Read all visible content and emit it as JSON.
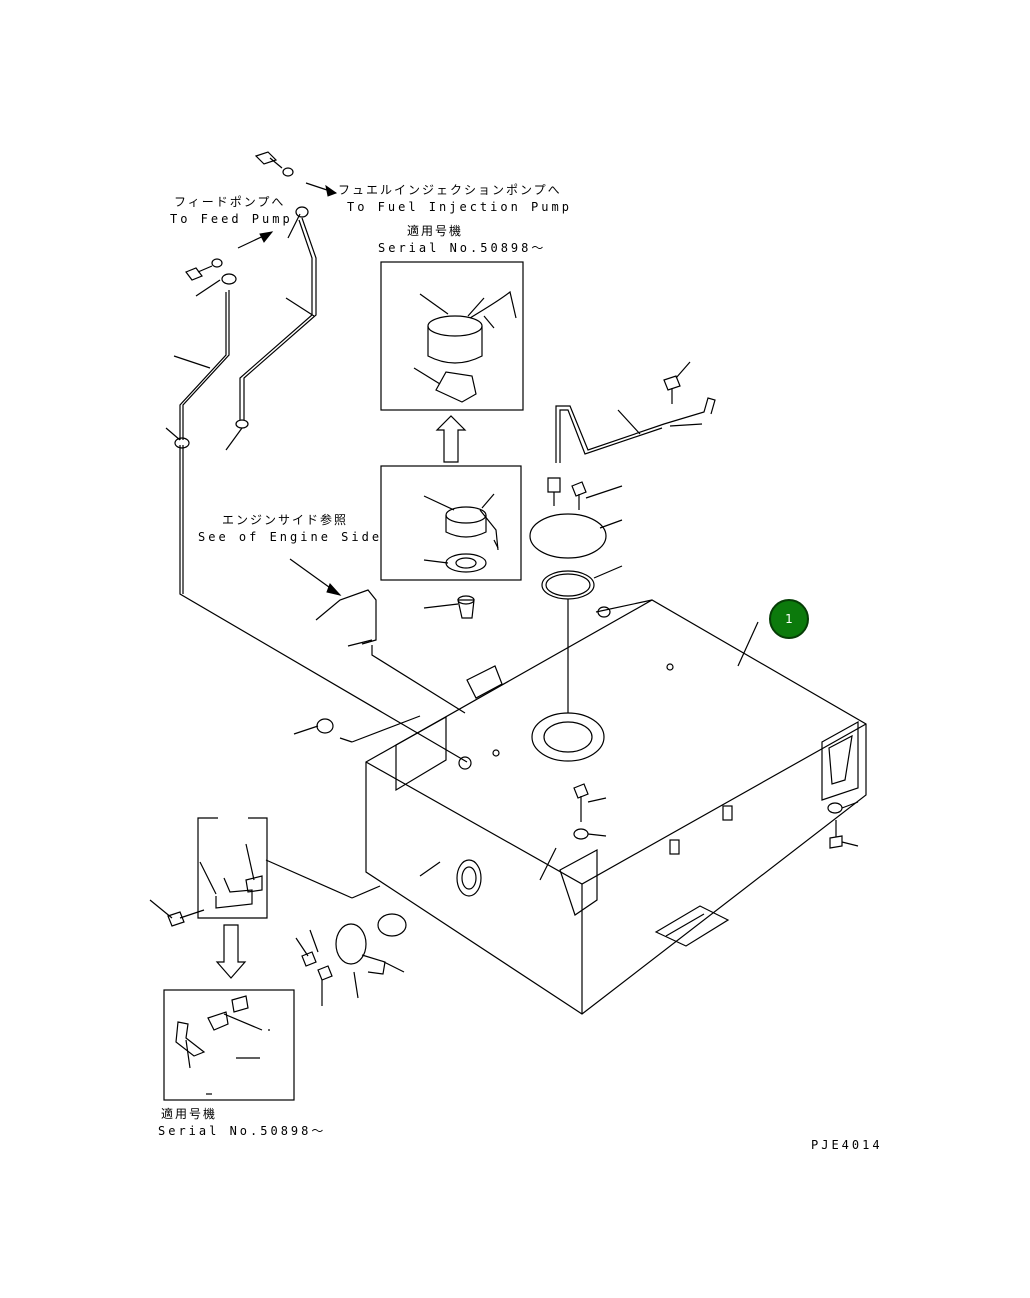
{
  "labels": {
    "to_fuel_injection_pump_jp": "フュエルインジェクションポンプへ",
    "to_fuel_injection_pump_en": "To Fuel Injection Pump",
    "to_feed_pump_jp": "フィードポンプへ",
    "to_feed_pump_en": "To Feed Pump",
    "serial_top_jp": "適用号機",
    "serial_top_en": "Serial No.50898～",
    "engine_side_jp": "エンジンサイド参照",
    "engine_side_en": "See of Engine Side",
    "serial_bottom_jp": "適用号機",
    "serial_bottom_en": "Serial No.50898～",
    "drawing_code": "PJE4014"
  },
  "callouts": [
    {
      "number": "1",
      "color": "#0c7a0c"
    }
  ]
}
